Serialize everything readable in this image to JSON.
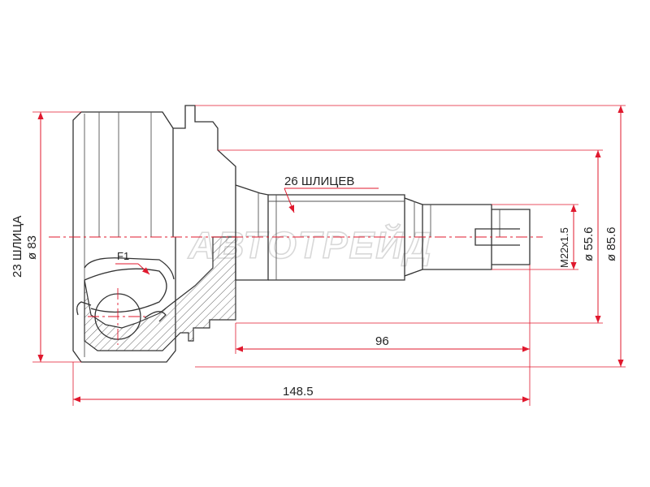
{
  "watermark": "АВТОТРЕЙД",
  "annotations": {
    "spline_outer": "26 ШЛИЦЕВ",
    "spline_inner": "23 ШЛИЦА",
    "feature": "F1"
  },
  "dimensions": {
    "total_length": "148.5",
    "shaft_length": "96",
    "thread": "M22x1.5",
    "seal_diameter": "ø 55.6",
    "outer_diameter": "ø 85.6",
    "bell_diameter": "ø 83"
  },
  "colors": {
    "dimension_line": "#e0192e",
    "part_outline": "#333333"
  }
}
